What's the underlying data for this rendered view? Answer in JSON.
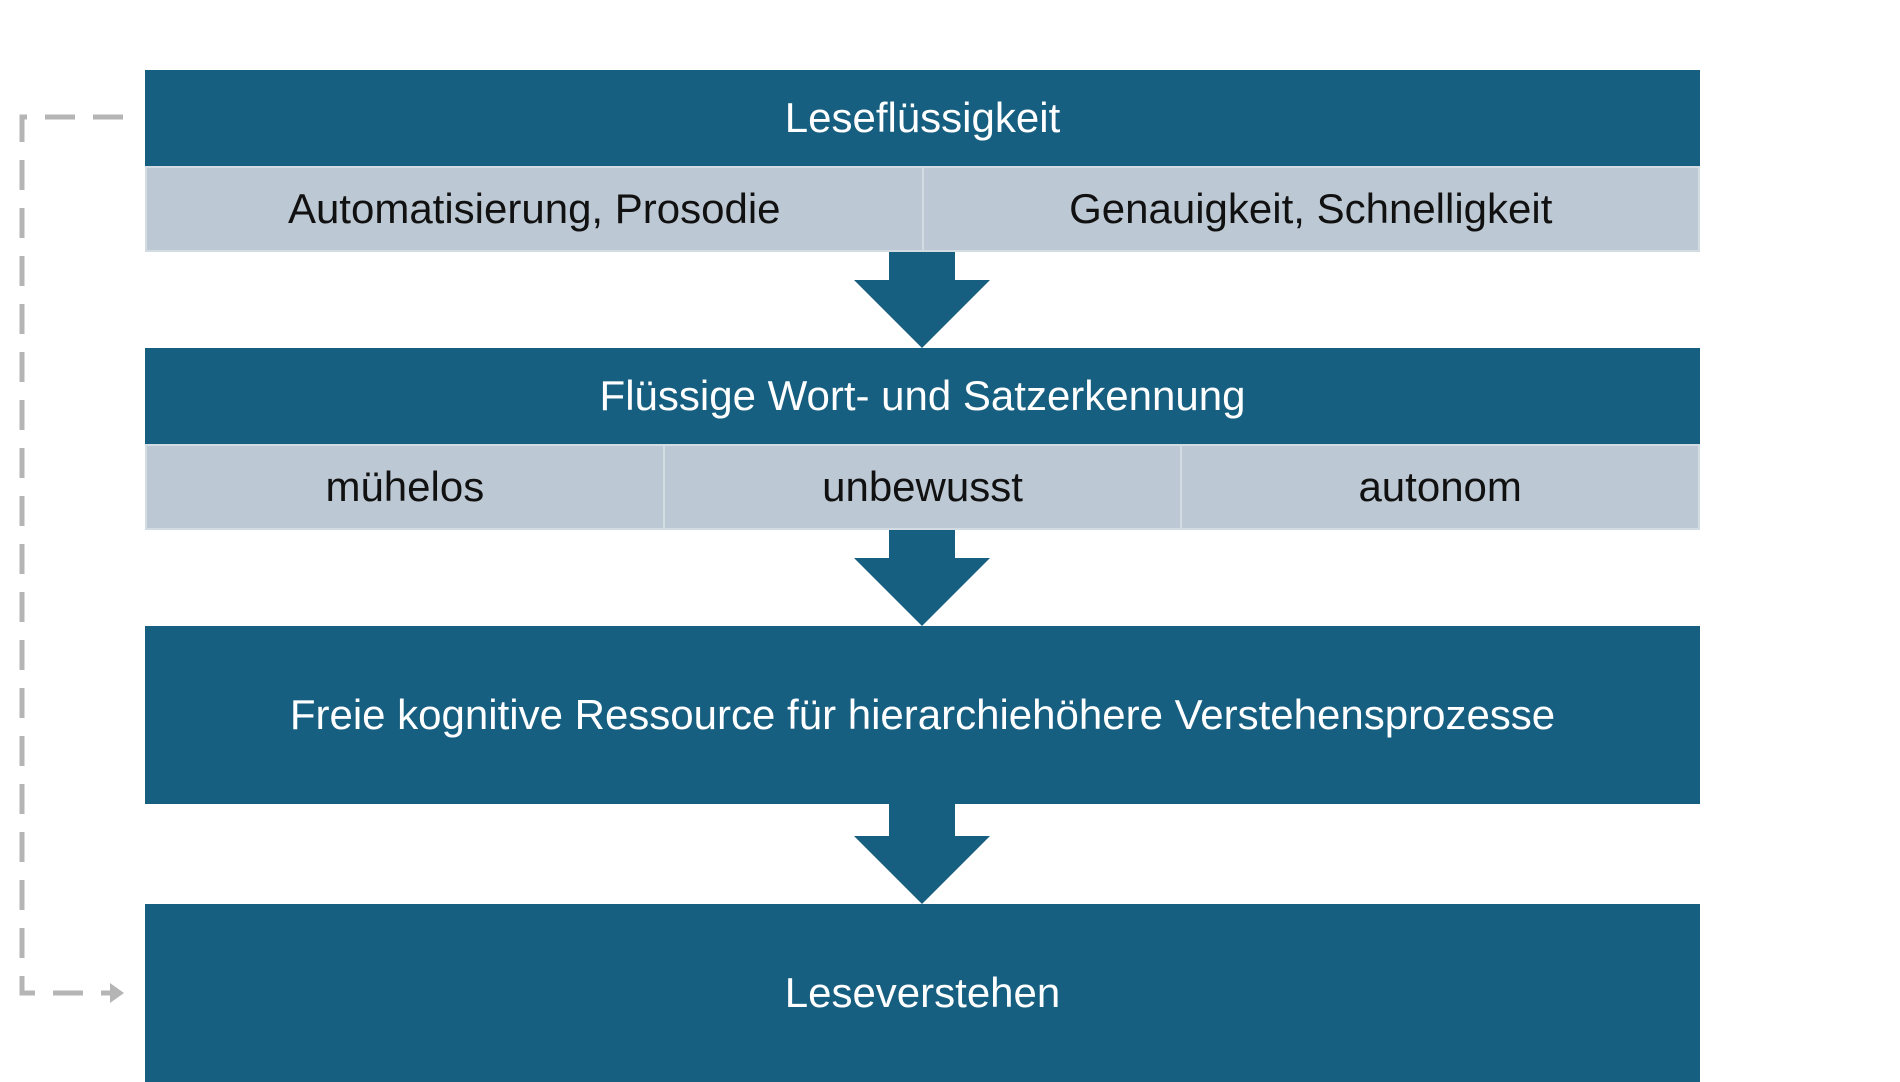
{
  "colors": {
    "primary": "#175f80",
    "secondary": "#bcc8d3",
    "feedback": "#b5b5b5"
  },
  "diagram": {
    "blocks": [
      {
        "title": "Leseflüssigkeit",
        "items": [
          "Automatisierung, Prosodie",
          "Genauigkeit, Schnelligkeit"
        ]
      },
      {
        "title": "Flüssige Wort- und Satzerkennung",
        "items": [
          "mühelos",
          "unbewusst",
          "autonom"
        ]
      },
      {
        "title": "Freie kognitive Ressource für hierarchiehöhere Verstehensprozesse"
      },
      {
        "title": "Leseverstehen"
      }
    ]
  }
}
